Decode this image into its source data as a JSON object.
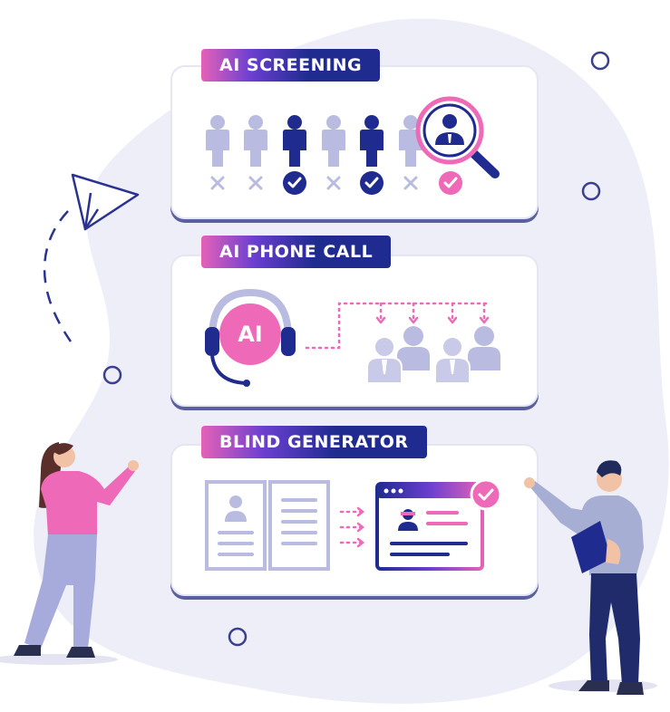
{
  "sections": [
    {
      "title": "AI SCREENING"
    },
    {
      "title": "AI PHONE CALL",
      "headset_text": "AI"
    },
    {
      "title": "BLIND GENERATOR"
    }
  ],
  "colors": {
    "navy": "#1f2b8f",
    "pink": "#ee6ab8",
    "lavender": "#b9bbe0",
    "blob": "#eeeef8",
    "card_shadow": "#5a5f9e"
  },
  "icons": {
    "screening": [
      "person",
      "person",
      "person-selected",
      "person",
      "person-selected",
      "person",
      "magnifier"
    ],
    "marks": [
      "x-icon",
      "x-icon",
      "check-icon",
      "x-icon",
      "check-icon",
      "x-icon",
      "check-icon"
    ]
  }
}
